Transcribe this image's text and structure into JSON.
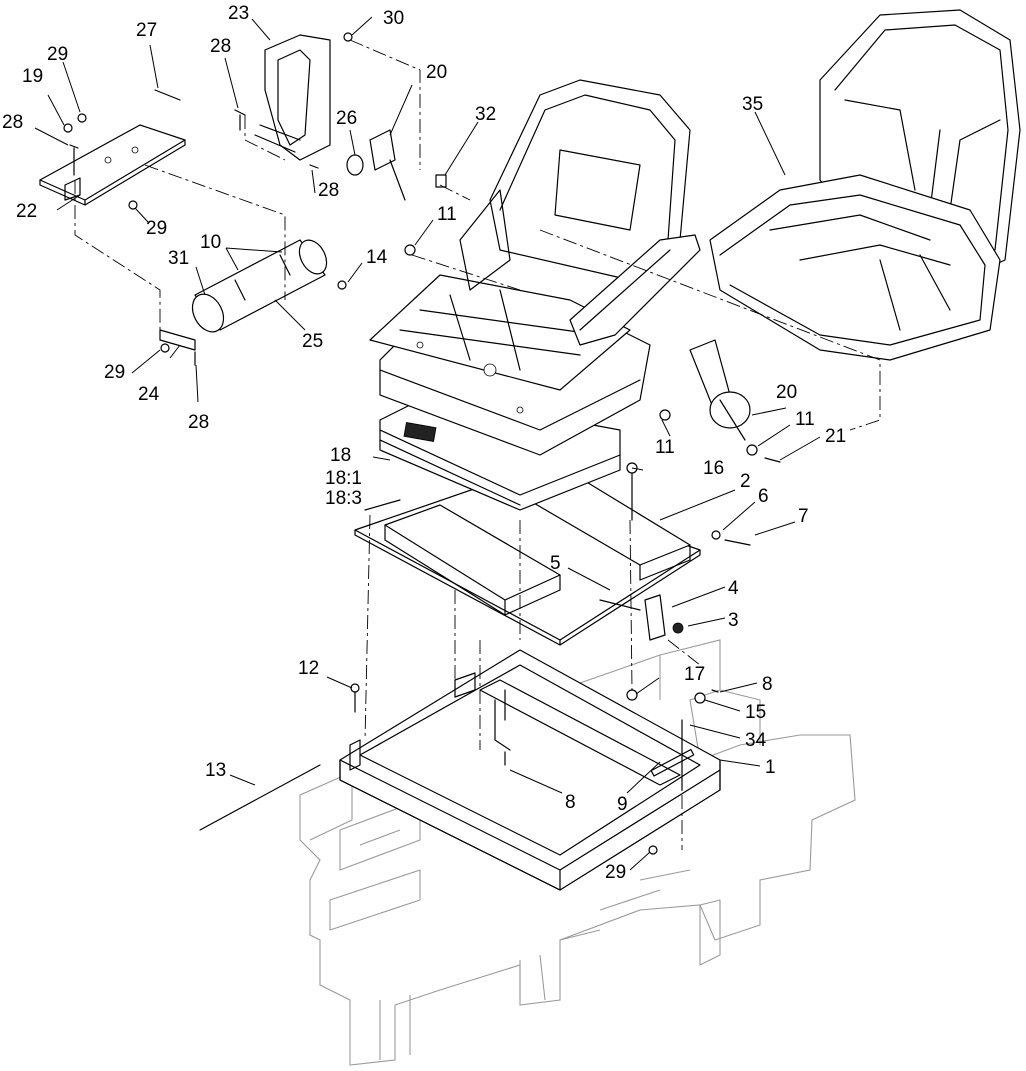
{
  "callouts": [
    {
      "id": "c1",
      "text": "1"
    },
    {
      "id": "c2",
      "text": "2"
    },
    {
      "id": "c3",
      "text": "3"
    },
    {
      "id": "c4",
      "text": "4"
    },
    {
      "id": "c5",
      "text": "5"
    },
    {
      "id": "c6",
      "text": "6"
    },
    {
      "id": "c7",
      "text": "7"
    },
    {
      "id": "c8a",
      "text": "8"
    },
    {
      "id": "c8b",
      "text": "8"
    },
    {
      "id": "c9",
      "text": "9"
    },
    {
      "id": "c10",
      "text": "10"
    },
    {
      "id": "c11a",
      "text": "11"
    },
    {
      "id": "c11b",
      "text": "11"
    },
    {
      "id": "c11c",
      "text": "11"
    },
    {
      "id": "c12",
      "text": "12"
    },
    {
      "id": "c13",
      "text": "13"
    },
    {
      "id": "c14",
      "text": "14"
    },
    {
      "id": "c15",
      "text": "15"
    },
    {
      "id": "c16",
      "text": "16"
    },
    {
      "id": "c17",
      "text": "17"
    },
    {
      "id": "c18",
      "text": "18"
    },
    {
      "id": "c18-1",
      "text": "18:1"
    },
    {
      "id": "c18-3",
      "text": "18:3"
    },
    {
      "id": "c19",
      "text": "19"
    },
    {
      "id": "c20a",
      "text": "20"
    },
    {
      "id": "c20b",
      "text": "20"
    },
    {
      "id": "c21",
      "text": "21"
    },
    {
      "id": "c22",
      "text": "22"
    },
    {
      "id": "c23",
      "text": "23"
    },
    {
      "id": "c24",
      "text": "24"
    },
    {
      "id": "c25",
      "text": "25"
    },
    {
      "id": "c26",
      "text": "26"
    },
    {
      "id": "c27",
      "text": "27"
    },
    {
      "id": "c28a",
      "text": "28"
    },
    {
      "id": "c28b",
      "text": "28"
    },
    {
      "id": "c28c",
      "text": "28"
    },
    {
      "id": "c28d",
      "text": "28"
    },
    {
      "id": "c29a",
      "text": "29"
    },
    {
      "id": "c29b",
      "text": "29"
    },
    {
      "id": "c29c",
      "text": "29"
    },
    {
      "id": "c29d",
      "text": "29"
    },
    {
      "id": "c30",
      "text": "30"
    },
    {
      "id": "c31",
      "text": "31"
    },
    {
      "id": "c32",
      "text": "32"
    },
    {
      "id": "c34",
      "text": "34"
    },
    {
      "id": "c35",
      "text": "35"
    }
  ]
}
